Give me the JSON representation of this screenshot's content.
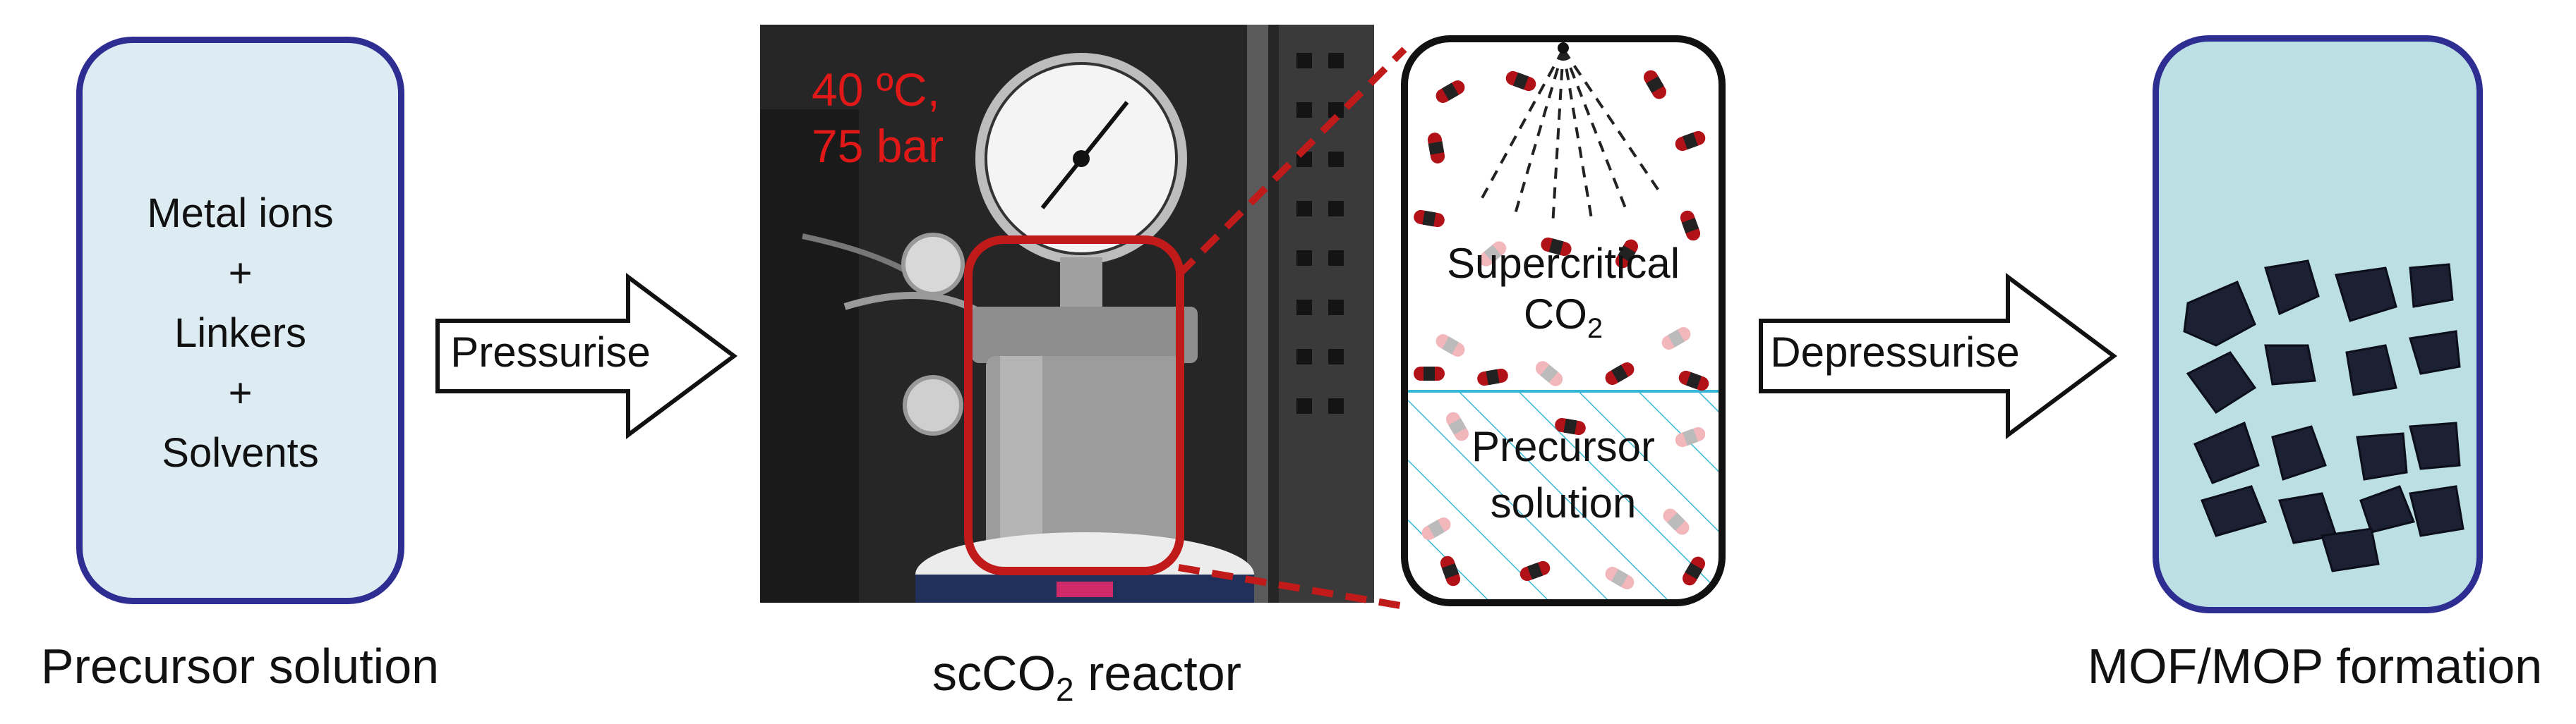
{
  "left_panel": {
    "ingredients": [
      "Metal ions",
      "+",
      "Linkers",
      "+",
      "Solvents"
    ],
    "caption": "Precursor solution"
  },
  "arrow1": {
    "label": "Pressurise"
  },
  "photo": {
    "condition_line1": "40 ºC,",
    "condition_line2": "75 bar",
    "caption_pre": "scCO",
    "caption_sub": "2",
    "caption_post": " reactor"
  },
  "zoom": {
    "supercritical_line1": "Supercritical",
    "supercritical_co": "CO",
    "supercritical_sub": "2",
    "precursor_line1": "Precursor",
    "precursor_line2": "solution"
  },
  "arrow2": {
    "label": "Depressurise"
  },
  "right_panel": {
    "caption": "MOF/MOP formation"
  },
  "colors": {
    "panel_border": "#2e2e92",
    "left_fill": "#dcecf2",
    "right_fill": "#bcdfe4",
    "highlight_red": "#c01a1a",
    "hatch_cyan": "#39b7d6",
    "crystal": "#1b2133"
  }
}
